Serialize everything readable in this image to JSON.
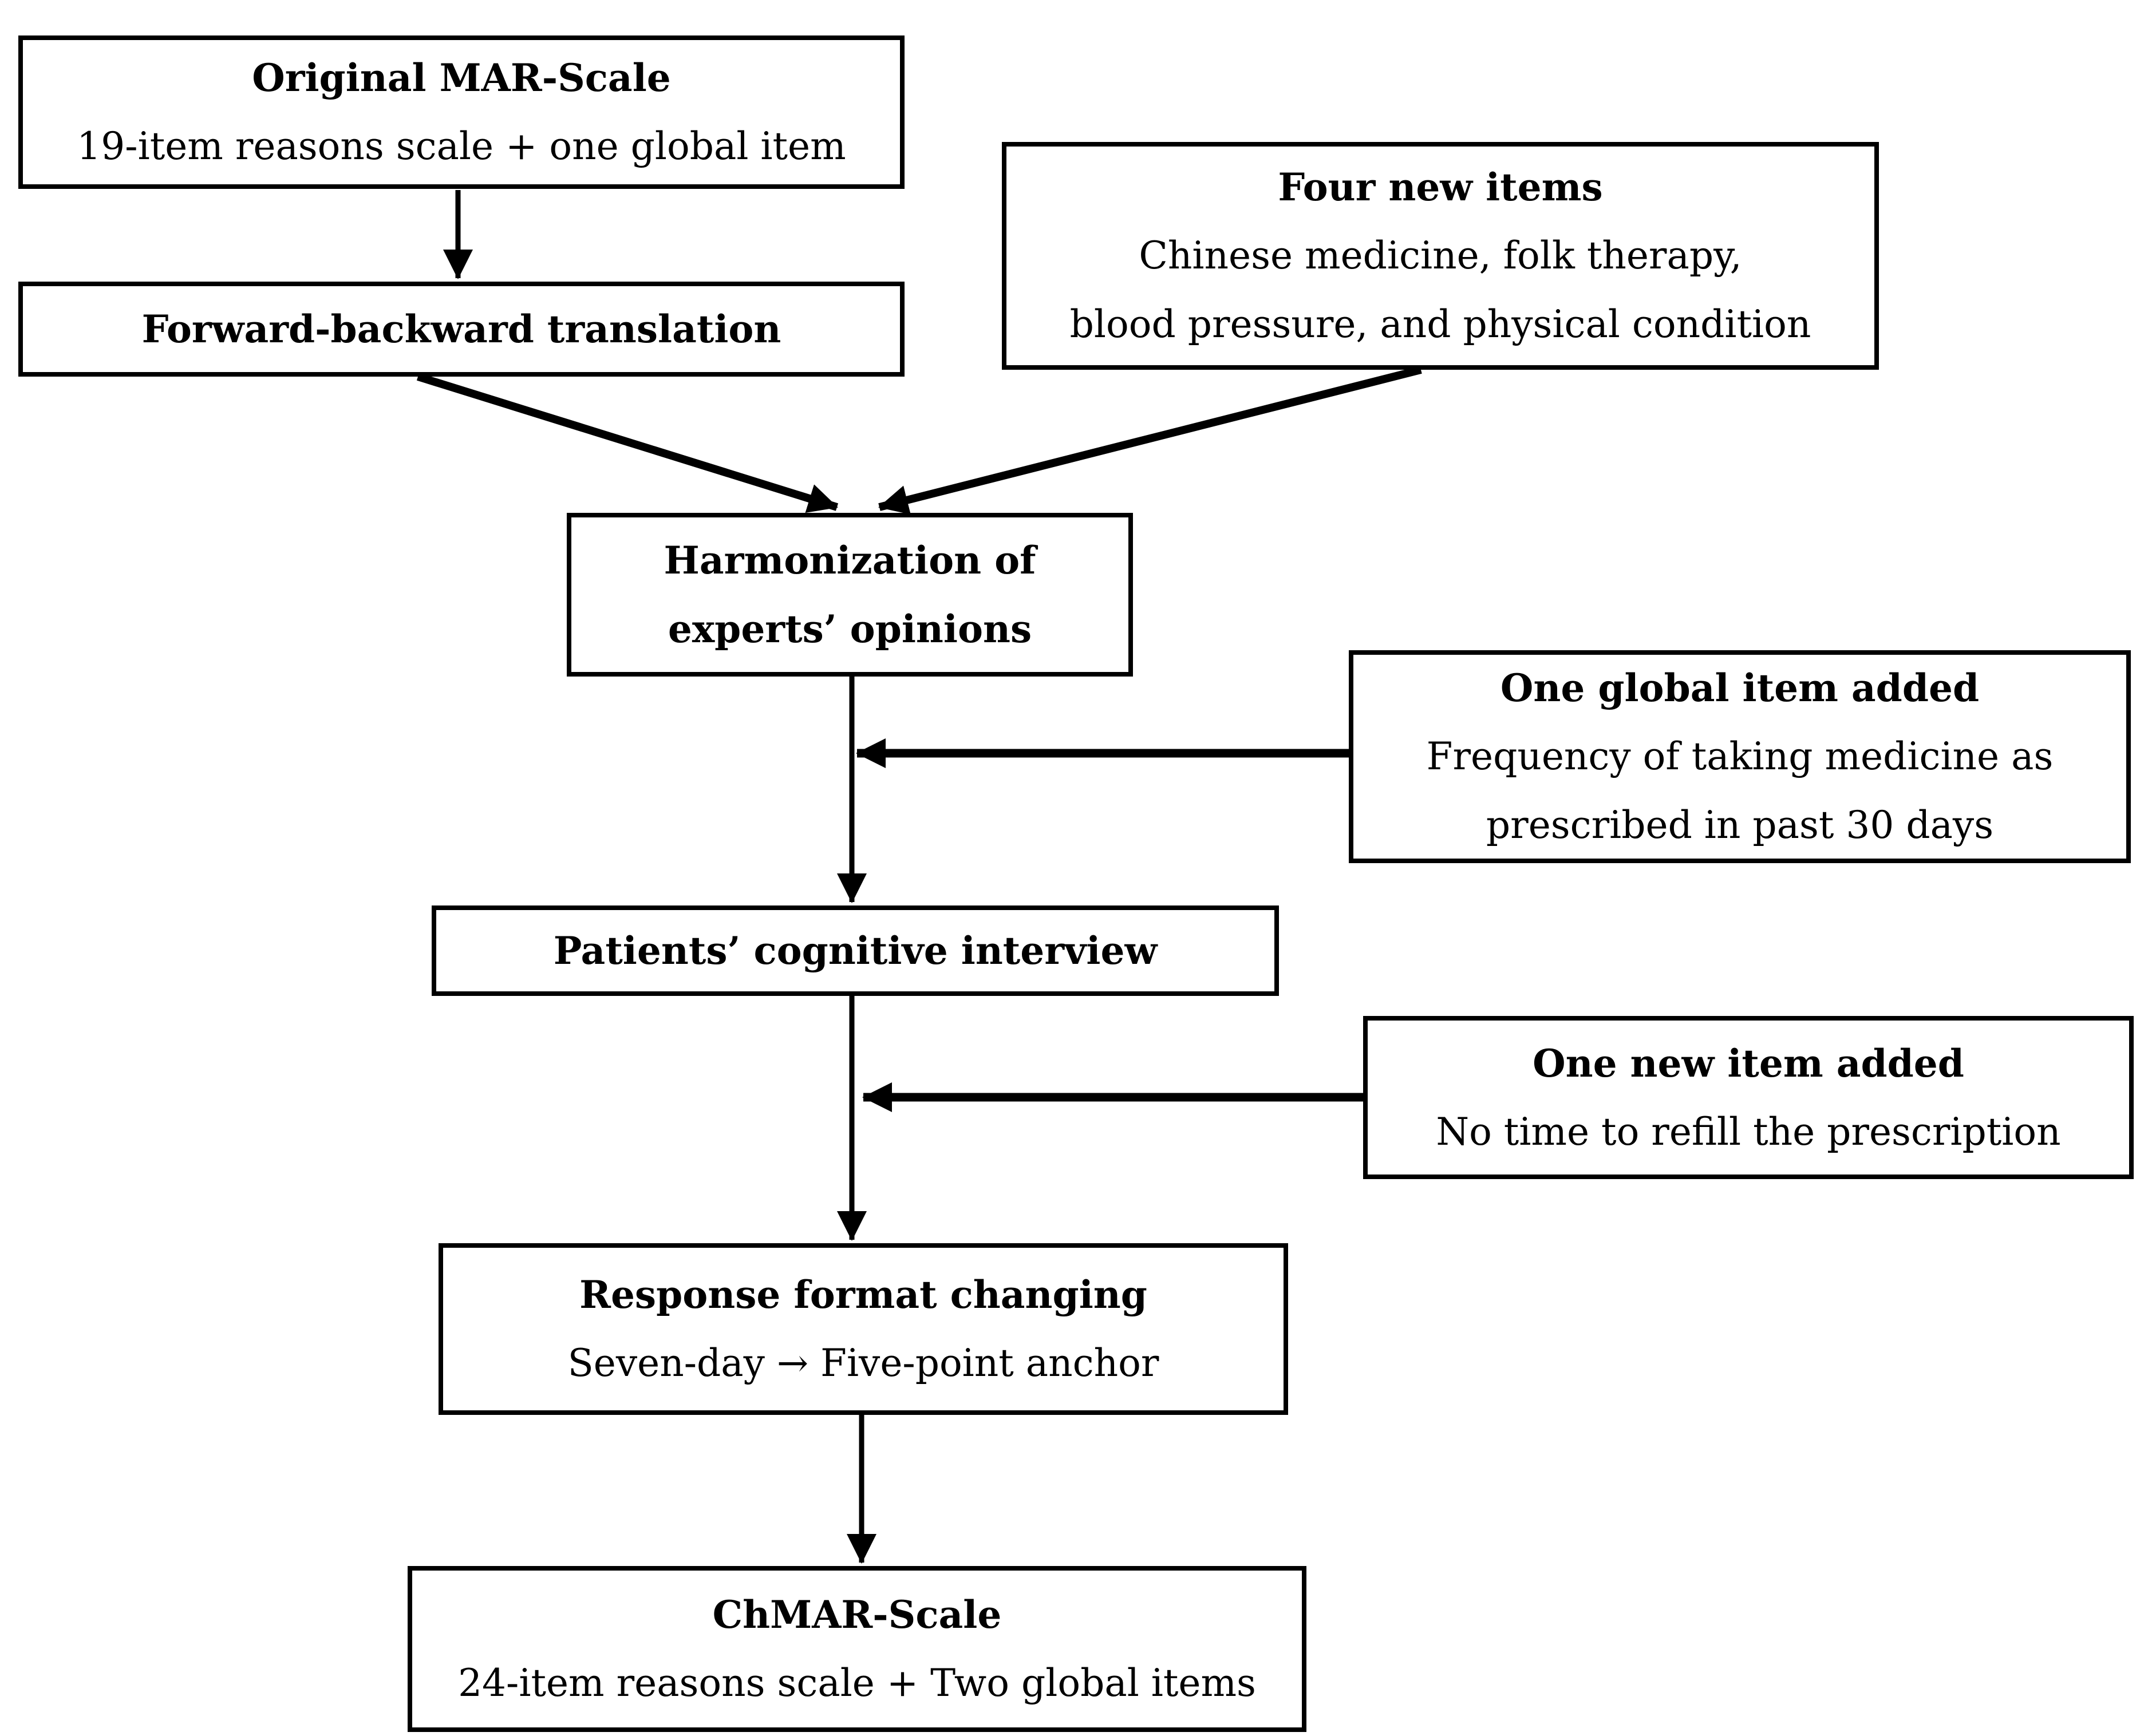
{
  "diagram": {
    "colors": {
      "background": "#FFFFFF",
      "box_border": "#000000",
      "text": "#000000",
      "arrow": "#000000"
    },
    "boxes": [
      {
        "id": "original-mar-scale",
        "title": "Original MAR-Scale",
        "line1": "19-item reasons scale + one global item"
      },
      {
        "id": "forward-backward-translation",
        "title": "Forward-backward translation"
      },
      {
        "id": "four-new-items",
        "title": "Four new items",
        "line1": "Chinese medicine, folk therapy,",
        "line2": "blood pressure, and physical condition"
      },
      {
        "id": "harmonization-of-experts-opinions",
        "title": "Harmonization of",
        "title2": "experts’ opinions"
      },
      {
        "id": "one-global-item-added",
        "title": "One global item added",
        "line1": "Frequency of taking medicine as",
        "line2": "prescribed in past 30 days"
      },
      {
        "id": "patients-cognitive-interview",
        "title": "Patients’ cognitive interview"
      },
      {
        "id": "one-new-item-added",
        "title": "One new item added",
        "line1": "No time to refill the prescription"
      },
      {
        "id": "response-format-changing",
        "title": "Response format changing",
        "line1": "Seven-day → Five-point anchor"
      },
      {
        "id": "chmar-scale",
        "title": "ChMAR-Scale",
        "line1": "24-item reasons scale + Two global items"
      }
    ],
    "edges": [
      {
        "from": "original-mar-scale",
        "to": "forward-backward-translation"
      },
      {
        "from": "forward-backward-translation",
        "to": "harmonization-of-experts-opinions"
      },
      {
        "from": "four-new-items",
        "to": "harmonization-of-experts-opinions"
      },
      {
        "from": "harmonization-of-experts-opinions",
        "to": "patients-cognitive-interview"
      },
      {
        "from": "one-global-item-added",
        "to": "connector-harmonization-to-patients"
      },
      {
        "from": "patients-cognitive-interview",
        "to": "response-format-changing"
      },
      {
        "from": "one-new-item-added",
        "to": "connector-patients-to-response"
      },
      {
        "from": "response-format-changing",
        "to": "chmar-scale"
      }
    ]
  }
}
